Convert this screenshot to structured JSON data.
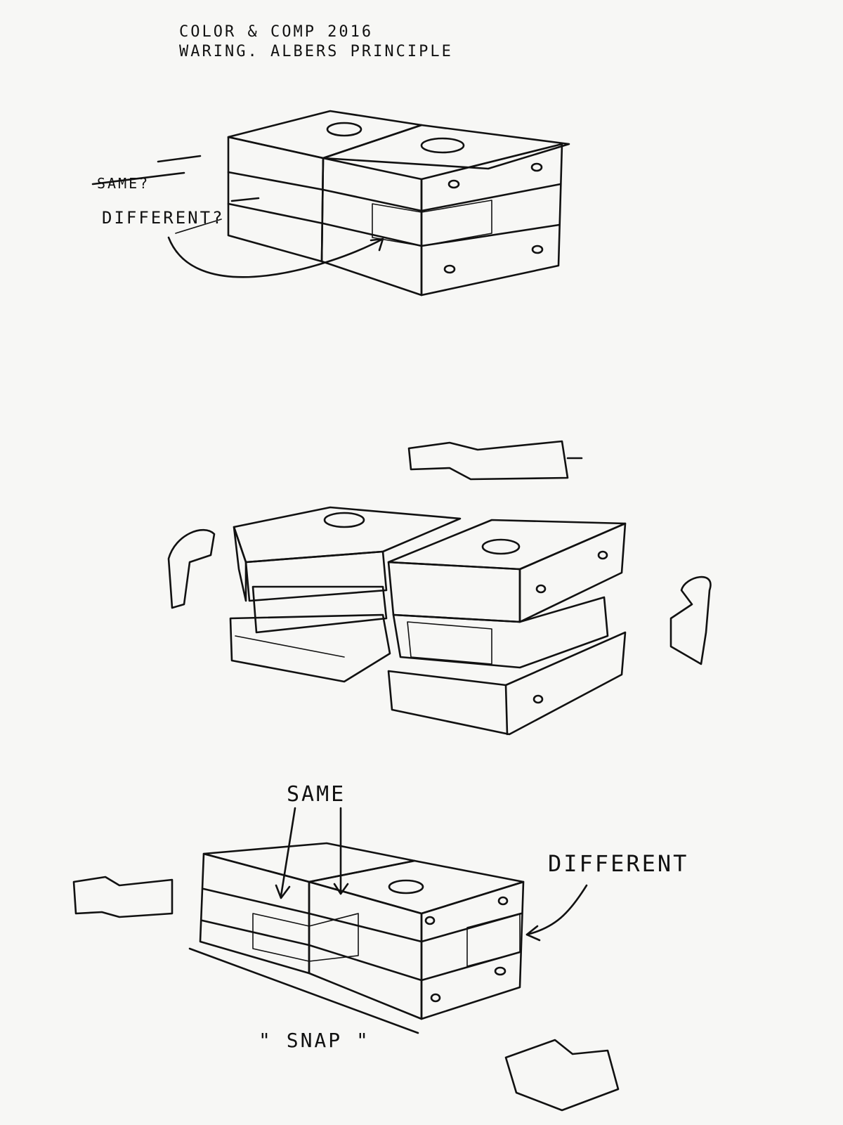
{
  "header": {
    "line1": "COLOR & COMP  2016",
    "line2": "WARING. ALBERS PRINCIPLE"
  },
  "sketch1": {
    "label_same_struck": "SAME?",
    "label_different": "DIFFERENT?"
  },
  "sketch3": {
    "label_same": "SAME",
    "label_different": "DIFFERENT",
    "label_snap": "\" SNAP \""
  },
  "colors": {
    "paper": "#f7f7f5",
    "ink": "#111111"
  }
}
